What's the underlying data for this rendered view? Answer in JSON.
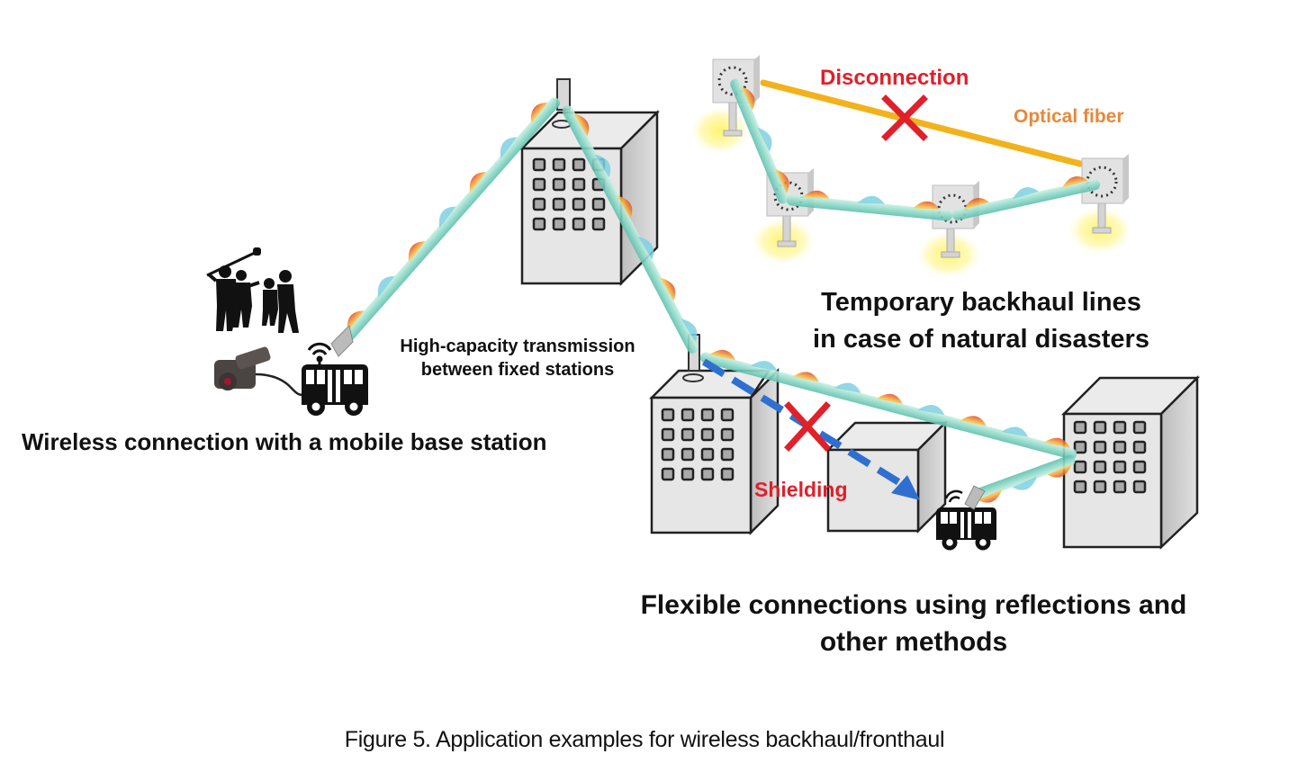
{
  "figure": {
    "caption": "Figure 5. Application examples for wireless backhaul/fronthaul"
  },
  "scenes": {
    "mobile": {
      "title": "Wireless connection with a mobile base station"
    },
    "fixed": {
      "title_line1": "High-capacity transmission",
      "title_line2": "between fixed stations"
    },
    "disaster": {
      "title_line1": "Temporary backhaul lines",
      "title_line2": "in case of natural disasters",
      "disconnection_label": "Disconnection",
      "fiber_label": "Optical fiber"
    },
    "reflection": {
      "title_line1": "Flexible connections using reflections and",
      "title_line2": "other methods",
      "shielding_label": "Shielding"
    }
  },
  "colors": {
    "alert_red": "#e0202a",
    "fiber_orange": "#f2b21c",
    "fiber_label": "#e8883a",
    "dashed_path_blue": "#2f6fd0",
    "beam_teal": "#8fd9c8",
    "beam_warm": "#e8602a",
    "glow_yellow": "#fff36a"
  },
  "icons": [
    "film-crew-icon",
    "video-camera-icon",
    "wifi-icon",
    "bus-icon",
    "building-icon",
    "antenna-icon",
    "reflector-panel-icon",
    "cross-mark-icon",
    "arrow-icon"
  ]
}
